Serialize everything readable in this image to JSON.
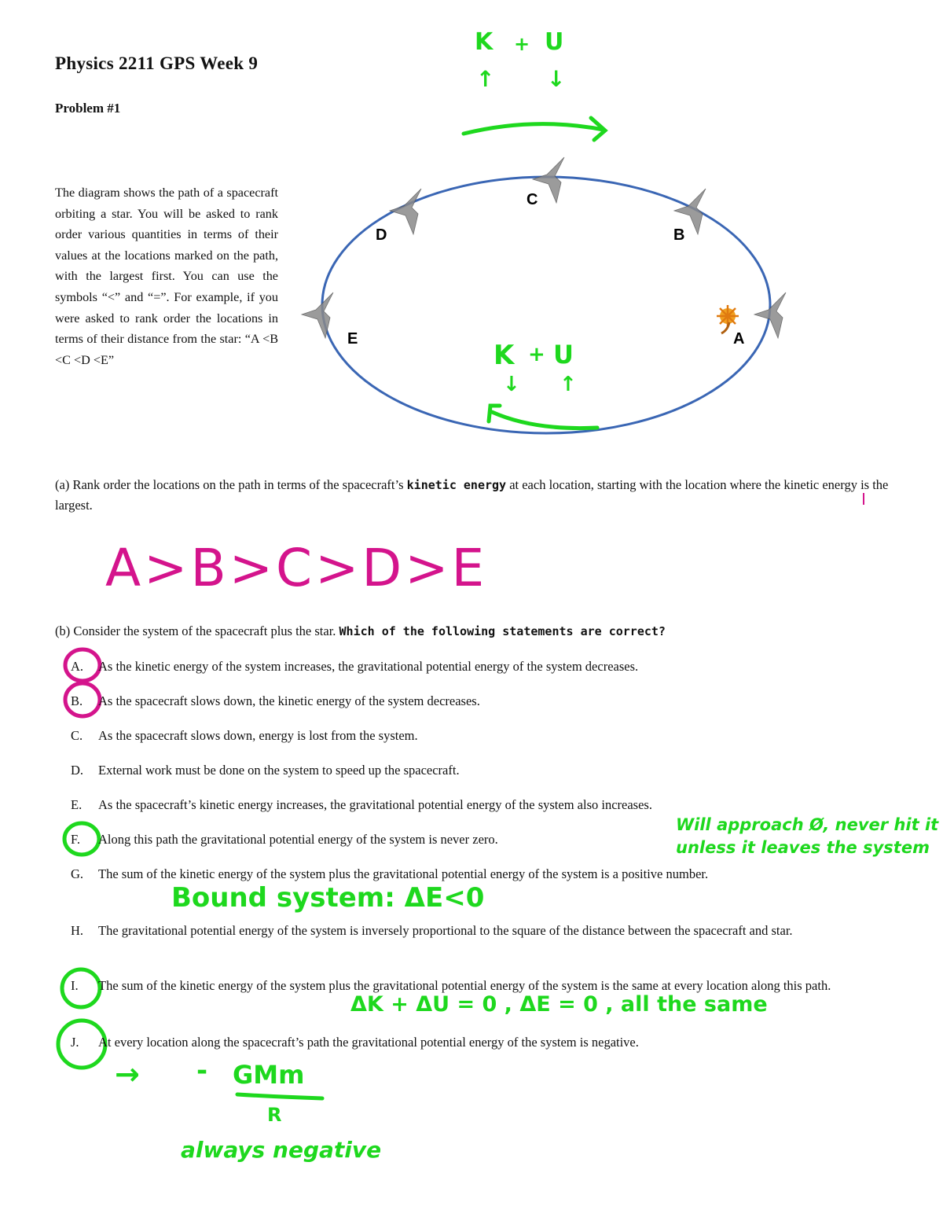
{
  "header": {
    "title": "Physics 2211 GPS Week 9",
    "problem": "Problem #1"
  },
  "intro": {
    "text": "The diagram shows the path of a spacecraft orbiting a star. You will be asked to rank order various quantities in terms of their values at the locations marked on the path, with the largest first. You can use the symbols “<” and “=”. For example, if you were asked to rank order the locations in terms of their distance from the star: “A <B <C <D <E”"
  },
  "diagram": {
    "labels": {
      "A": "A",
      "B": "B",
      "C": "C",
      "D": "D",
      "E": "E"
    },
    "orbit_color": "#3a66b4",
    "star_icon": "sun-icon",
    "spacecraft_icon": "spacecraft-icon"
  },
  "annotations": {
    "top_k": "K",
    "top_plus": "+",
    "top_u": "U",
    "top_k_arrow": "↑",
    "top_u_arrow": "↓",
    "bottom_k": "K",
    "bottom_plus": "+",
    "bottom_u": "U",
    "bottom_k_arrow": "↓",
    "bottom_u_arrow": "↑",
    "answer_a": "A>B>C>D>E",
    "note_f_line1": "Will approach Ø, never hit it",
    "note_f_line2": "unless it leaves the system",
    "note_g": "Bound system: ΔE<0",
    "note_i": "ΔK + ΔU = 0 , ΔE = 0 , all the same",
    "note_j_arrow": "→",
    "note_j_minus": "-",
    "note_j_num": "GMm",
    "note_j_den": "R",
    "note_j_text": "always negative",
    "green": "#1ed81e",
    "pink": "#d4148c"
  },
  "question_a": {
    "prefix": "(a) Rank order the locations on the path in terms of the spacecraft’s ",
    "bold": "kinetic energy",
    "suffix": " at each location, starting with the location where the kinetic energy is the largest."
  },
  "question_b": {
    "prefix": "(b) Consider the system of the spacecraft plus the star. ",
    "bold": "Which of the following statements are correct?"
  },
  "options": [
    {
      "letter": "A.",
      "text": "As the kinetic energy of the system increases, the gravitational potential energy of the system decreases.",
      "circled": "pink"
    },
    {
      "letter": "B.",
      "text": "As the spacecraft slows down, the kinetic energy of the system decreases.",
      "circled": "pink"
    },
    {
      "letter": "C.",
      "text": "As the spacecraft slows down, energy is lost from the system."
    },
    {
      "letter": "D.",
      "text": "External work must be done on the system to speed up the spacecraft."
    },
    {
      "letter": "E.",
      "text": "As the spacecraft’s kinetic energy increases, the gravitational potential energy of the system also increases."
    },
    {
      "letter": "F.",
      "text": "Along this path the gravitational potential energy of the system is never zero.",
      "circled": "green"
    },
    {
      "letter": "G.",
      "text": "The sum of the kinetic energy of the system plus the gravitational potential energy of the system is a positive number."
    },
    {
      "letter": "H.",
      "text": "The gravitational potential energy of the system is inversely proportional to the square of the distance between the spacecraft and star."
    },
    {
      "letter": "I.",
      "text": "The sum of the kinetic energy of the system plus the gravitational potential energy of the system is the same at every location along this path.",
      "circled": "green"
    },
    {
      "letter": "J.",
      "text": "At every location along the spacecraft’s path the gravitational potential energy of the system is negative.",
      "circled": "green"
    }
  ]
}
